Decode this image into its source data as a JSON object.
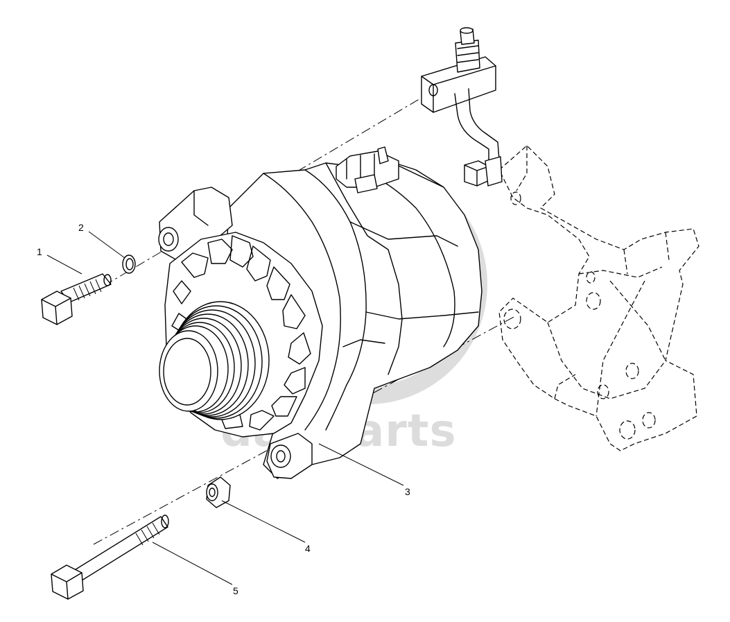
{
  "callouts": [
    "1",
    "2",
    "3",
    "4",
    "5"
  ],
  "watermark": {
    "text": "daf-parts",
    "color": "#d9d9d9"
  },
  "colors": {
    "line": "#000000",
    "background": "#ffffff"
  }
}
